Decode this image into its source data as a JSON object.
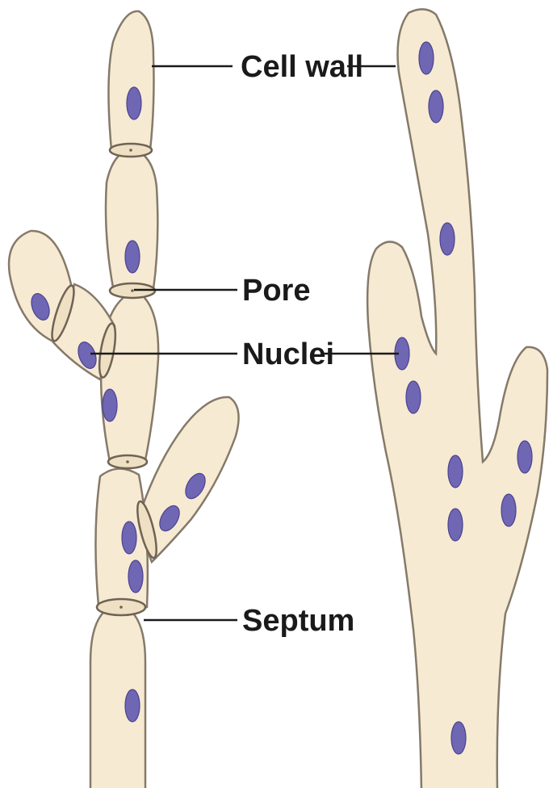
{
  "labels": {
    "cell_wall": "Cell wall",
    "pore": "Pore",
    "nuclei": "Nuclei",
    "septum": "Septum"
  },
  "colors": {
    "cytoplasm": "#f7ead2",
    "outline": "#857a6a",
    "nucleus": "#6f66b4",
    "nucleus_edge": "#4b4490",
    "leader": "#1a1a1a",
    "septum_ring": "#6e6354"
  },
  "icons": {
    "nucleus": "purple-oval-nucleus",
    "septum": "ring-septum"
  }
}
